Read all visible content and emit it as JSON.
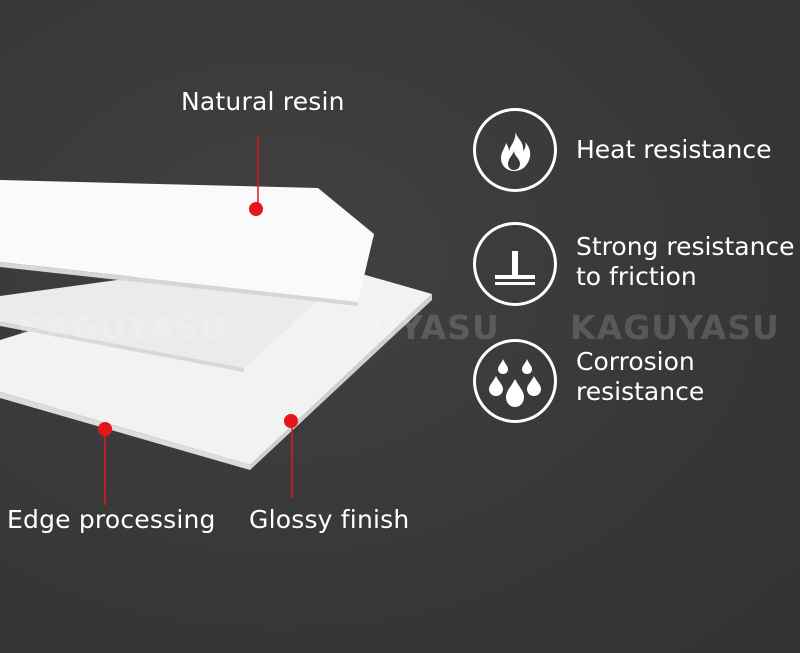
{
  "callouts": {
    "natural_resin": "Natural resin",
    "edge_processing": "Edge processing",
    "glossy_finish": "Glossy finish"
  },
  "features": [
    {
      "icon": "flame-icon",
      "lines": [
        "Heat resistance"
      ]
    },
    {
      "icon": "friction-icon",
      "lines": [
        "Strong resistance",
        "to friction"
      ]
    },
    {
      "icon": "droplets-icon",
      "lines": [
        "Corrosion",
        "resistance"
      ]
    }
  ],
  "watermark": {
    "text": "KAGUYASU"
  },
  "colors": {
    "background": "#3a3a3b",
    "marker": "#e8141c",
    "board": "#f4f4f4",
    "text": "#ffffff"
  }
}
